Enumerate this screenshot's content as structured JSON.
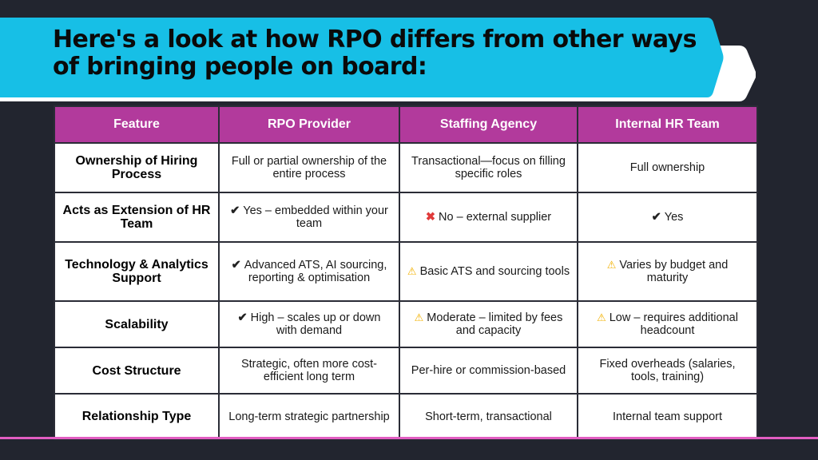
{
  "header": {
    "title": "Here's a look at how RPO differs from other ways of bringing people on board:"
  },
  "colors": {
    "background": "#22252f",
    "banner": "#17bfe6",
    "header_row": "#b23a9c",
    "accent_line": "#e25dc2"
  },
  "table": {
    "columns": [
      "Feature",
      "RPO Provider",
      "Staffing Agency",
      "Internal HR Team"
    ],
    "rows": [
      {
        "feature": "Ownership of Hiring Process",
        "rpo": {
          "icon": "",
          "text": "Full or partial ownership of the entire process"
        },
        "agency": {
          "icon": "",
          "text": "Transactional—focus on filling specific roles"
        },
        "internal": {
          "icon": "",
          "text": "Full ownership"
        }
      },
      {
        "feature": "Acts as Extension of HR Team",
        "rpo": {
          "icon": "✔",
          "text": "Yes – embedded within your team"
        },
        "agency": {
          "icon": "✖",
          "text": "No – external supplier"
        },
        "internal": {
          "icon": "✔",
          "text": "Yes"
        }
      },
      {
        "feature": "Technology & Analytics Support",
        "rpo": {
          "icon": "✔",
          "text": "Advanced ATS, AI sourcing, reporting & optimisation"
        },
        "agency": {
          "icon": "⚠",
          "text": "Basic ATS and sourcing tools"
        },
        "internal": {
          "icon": "⚠",
          "text": "Varies by budget and maturity"
        }
      },
      {
        "feature": "Scalability",
        "rpo": {
          "icon": "✔",
          "text": "High – scales up or down with demand"
        },
        "agency": {
          "icon": "⚠",
          "text": "Moderate – limited by fees and capacity"
        },
        "internal": {
          "icon": "⚠",
          "text": "Low – requires additional headcount"
        }
      },
      {
        "feature": "Cost Structure",
        "rpo": {
          "icon": "",
          "text": "Strategic, often more cost-efficient long term"
        },
        "agency": {
          "icon": "",
          "text": "Per-hire or commission-based"
        },
        "internal": {
          "icon": "",
          "text": "Fixed overheads (salaries, tools, training)"
        }
      },
      {
        "feature": "Relationship Type",
        "rpo": {
          "icon": "",
          "text": "Long-term strategic partnership"
        },
        "agency": {
          "icon": "",
          "text": "Short-term, transactional"
        },
        "internal": {
          "icon": "",
          "text": "Internal team support"
        }
      }
    ]
  }
}
